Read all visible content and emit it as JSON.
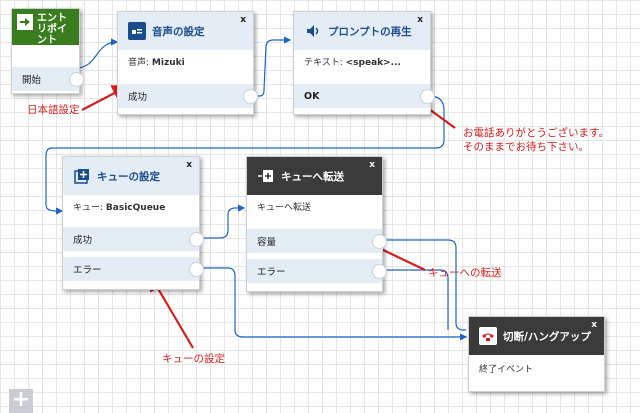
{
  "entry": {
    "title": "エントリポイント",
    "branch_label": "開始",
    "color": "#3a7d1e"
  },
  "voice": {
    "title": "音声の設定",
    "detail_label": "音声:",
    "detail_value": "Mizuki",
    "branch_label": "成功"
  },
  "prompt": {
    "title": "プロンプトの再生",
    "detail_label": "テキスト:",
    "detail_value": "<speak>...",
    "branch_label": "OK"
  },
  "queue": {
    "title": "キューの設定",
    "detail_label": "キュー:",
    "detail_value": "BasicQueue",
    "branch_success": "成功",
    "branch_error": "エラー"
  },
  "transfer": {
    "title": "キューへ転送",
    "detail": "キューへ転送",
    "branch_full": "容量",
    "branch_error": "エラー"
  },
  "hangup": {
    "title": "切断/ハングアップ",
    "detail": "終了イベント"
  },
  "close_symbol": "x",
  "annotations": {
    "voice": "日本語設定",
    "prompt_line1": "お電話ありがとうございます。",
    "prompt_line2": "そのままでお待ち下さい。",
    "transfer": "キューへの転送",
    "queue": "キューの設定"
  },
  "add_button": "+",
  "colors": {
    "accent": "#1a4d8c",
    "wire": "#1e64c8",
    "annotation": "#d61e1e",
    "dark_header": "#3b3b3b"
  }
}
